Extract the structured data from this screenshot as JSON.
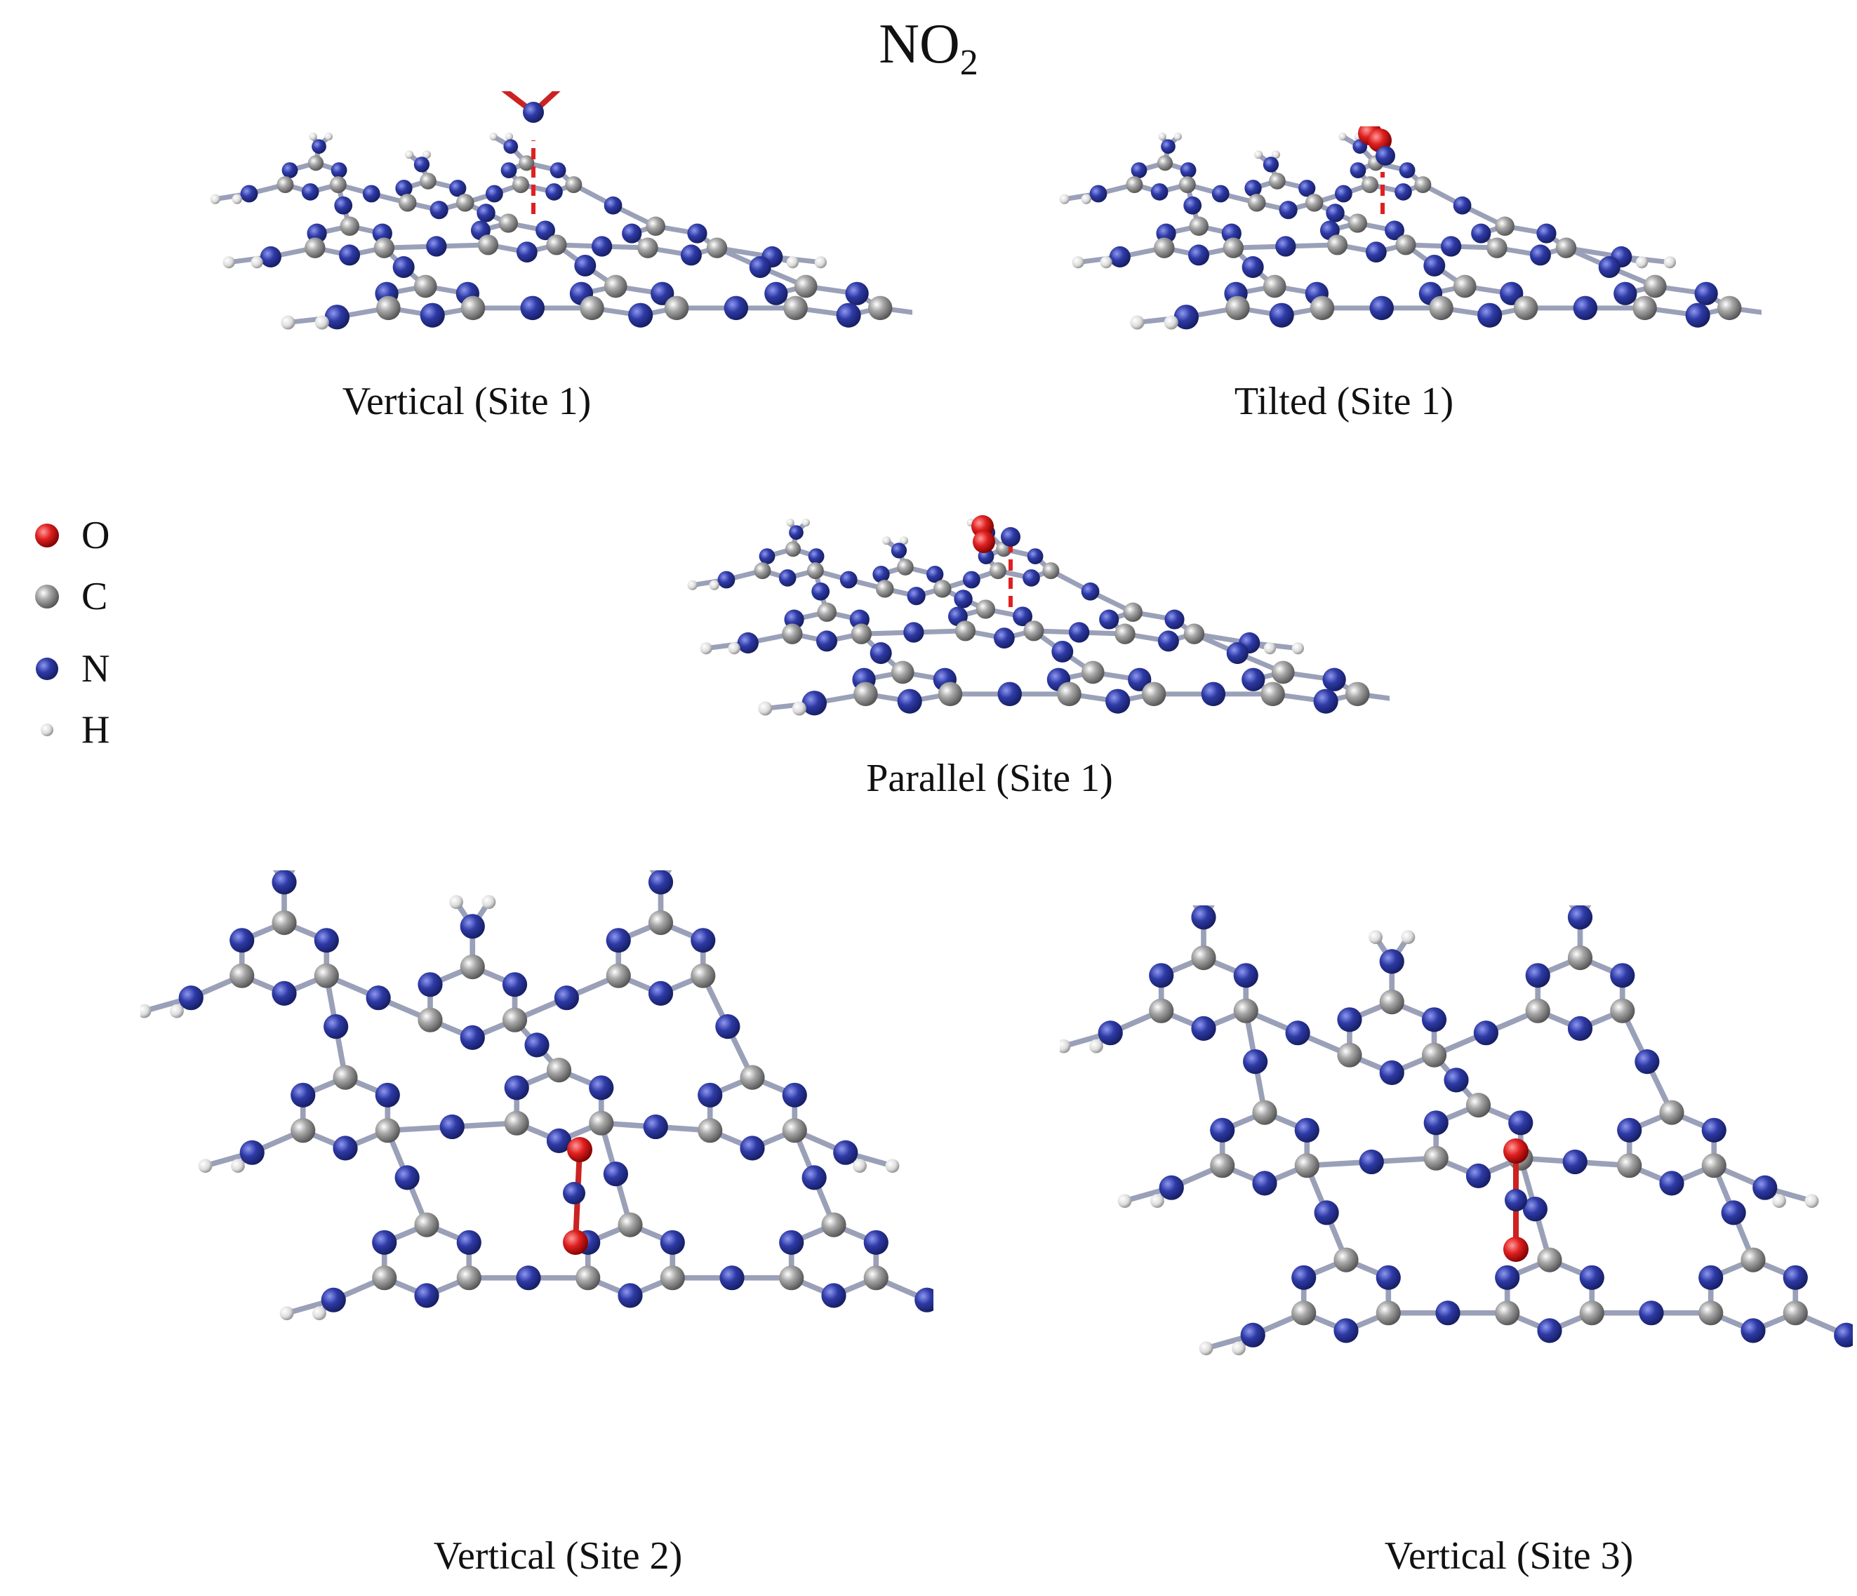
{
  "title": {
    "main": "NO",
    "sub": "2"
  },
  "panels": [
    {
      "caption": "Vertical (Site 1)"
    },
    {
      "caption": "Tilted (Site 1)"
    },
    {
      "caption": "Parallel (Site 1)"
    },
    {
      "caption": "Vertical (Site 2)"
    },
    {
      "caption": "Vertical (Site 3)"
    }
  ],
  "legend": [
    {
      "label": "O",
      "color": "#d42a2a"
    },
    {
      "label": "C",
      "color": "#9a9a9a"
    },
    {
      "label": "N",
      "color": "#2d3a9e"
    },
    {
      "label": "H",
      "color": "#dcdcdc"
    }
  ]
}
